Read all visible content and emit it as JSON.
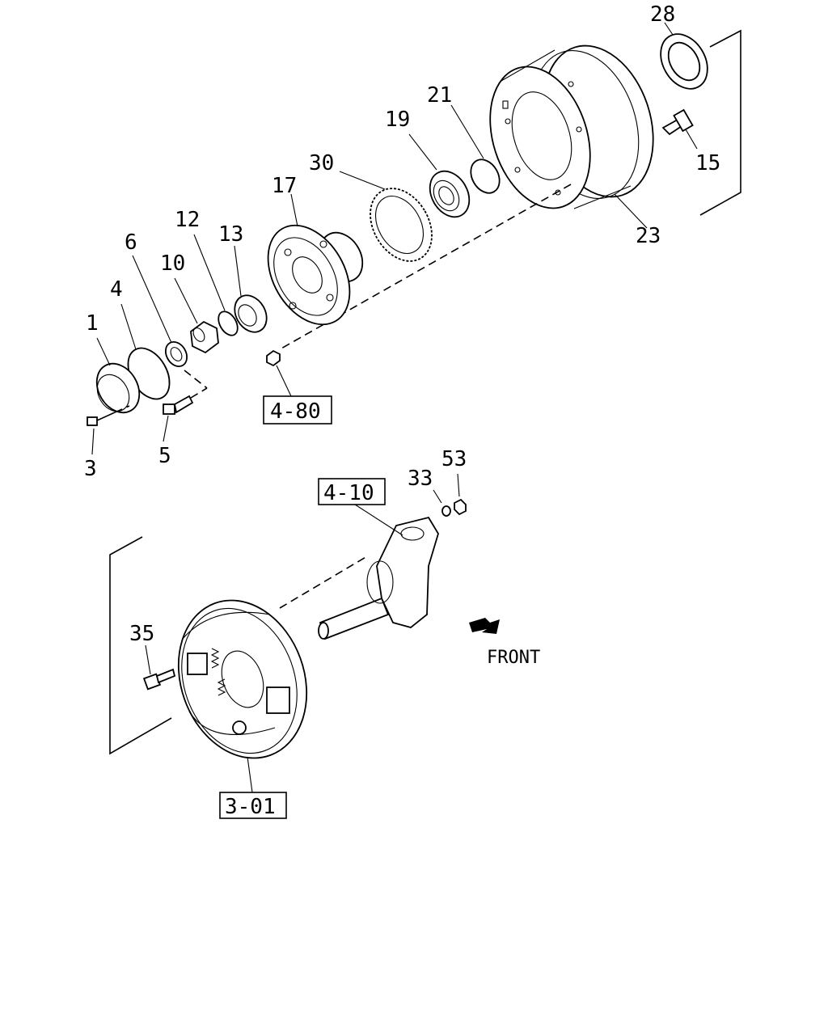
{
  "callouts": {
    "c1": "1",
    "c3": "3",
    "c4": "4",
    "c5": "5",
    "c6": "6",
    "c10": "10",
    "c12": "12",
    "c13": "13",
    "c15": "15",
    "c17": "17",
    "c19": "19",
    "c21": "21",
    "c23": "23",
    "c28": "28",
    "c30": "30",
    "c33": "33",
    "c35": "35",
    "c53": "53"
  },
  "refs": {
    "r480": "4-80",
    "r410": "4-10",
    "r301": "3-01"
  },
  "front_label": "FRONT"
}
